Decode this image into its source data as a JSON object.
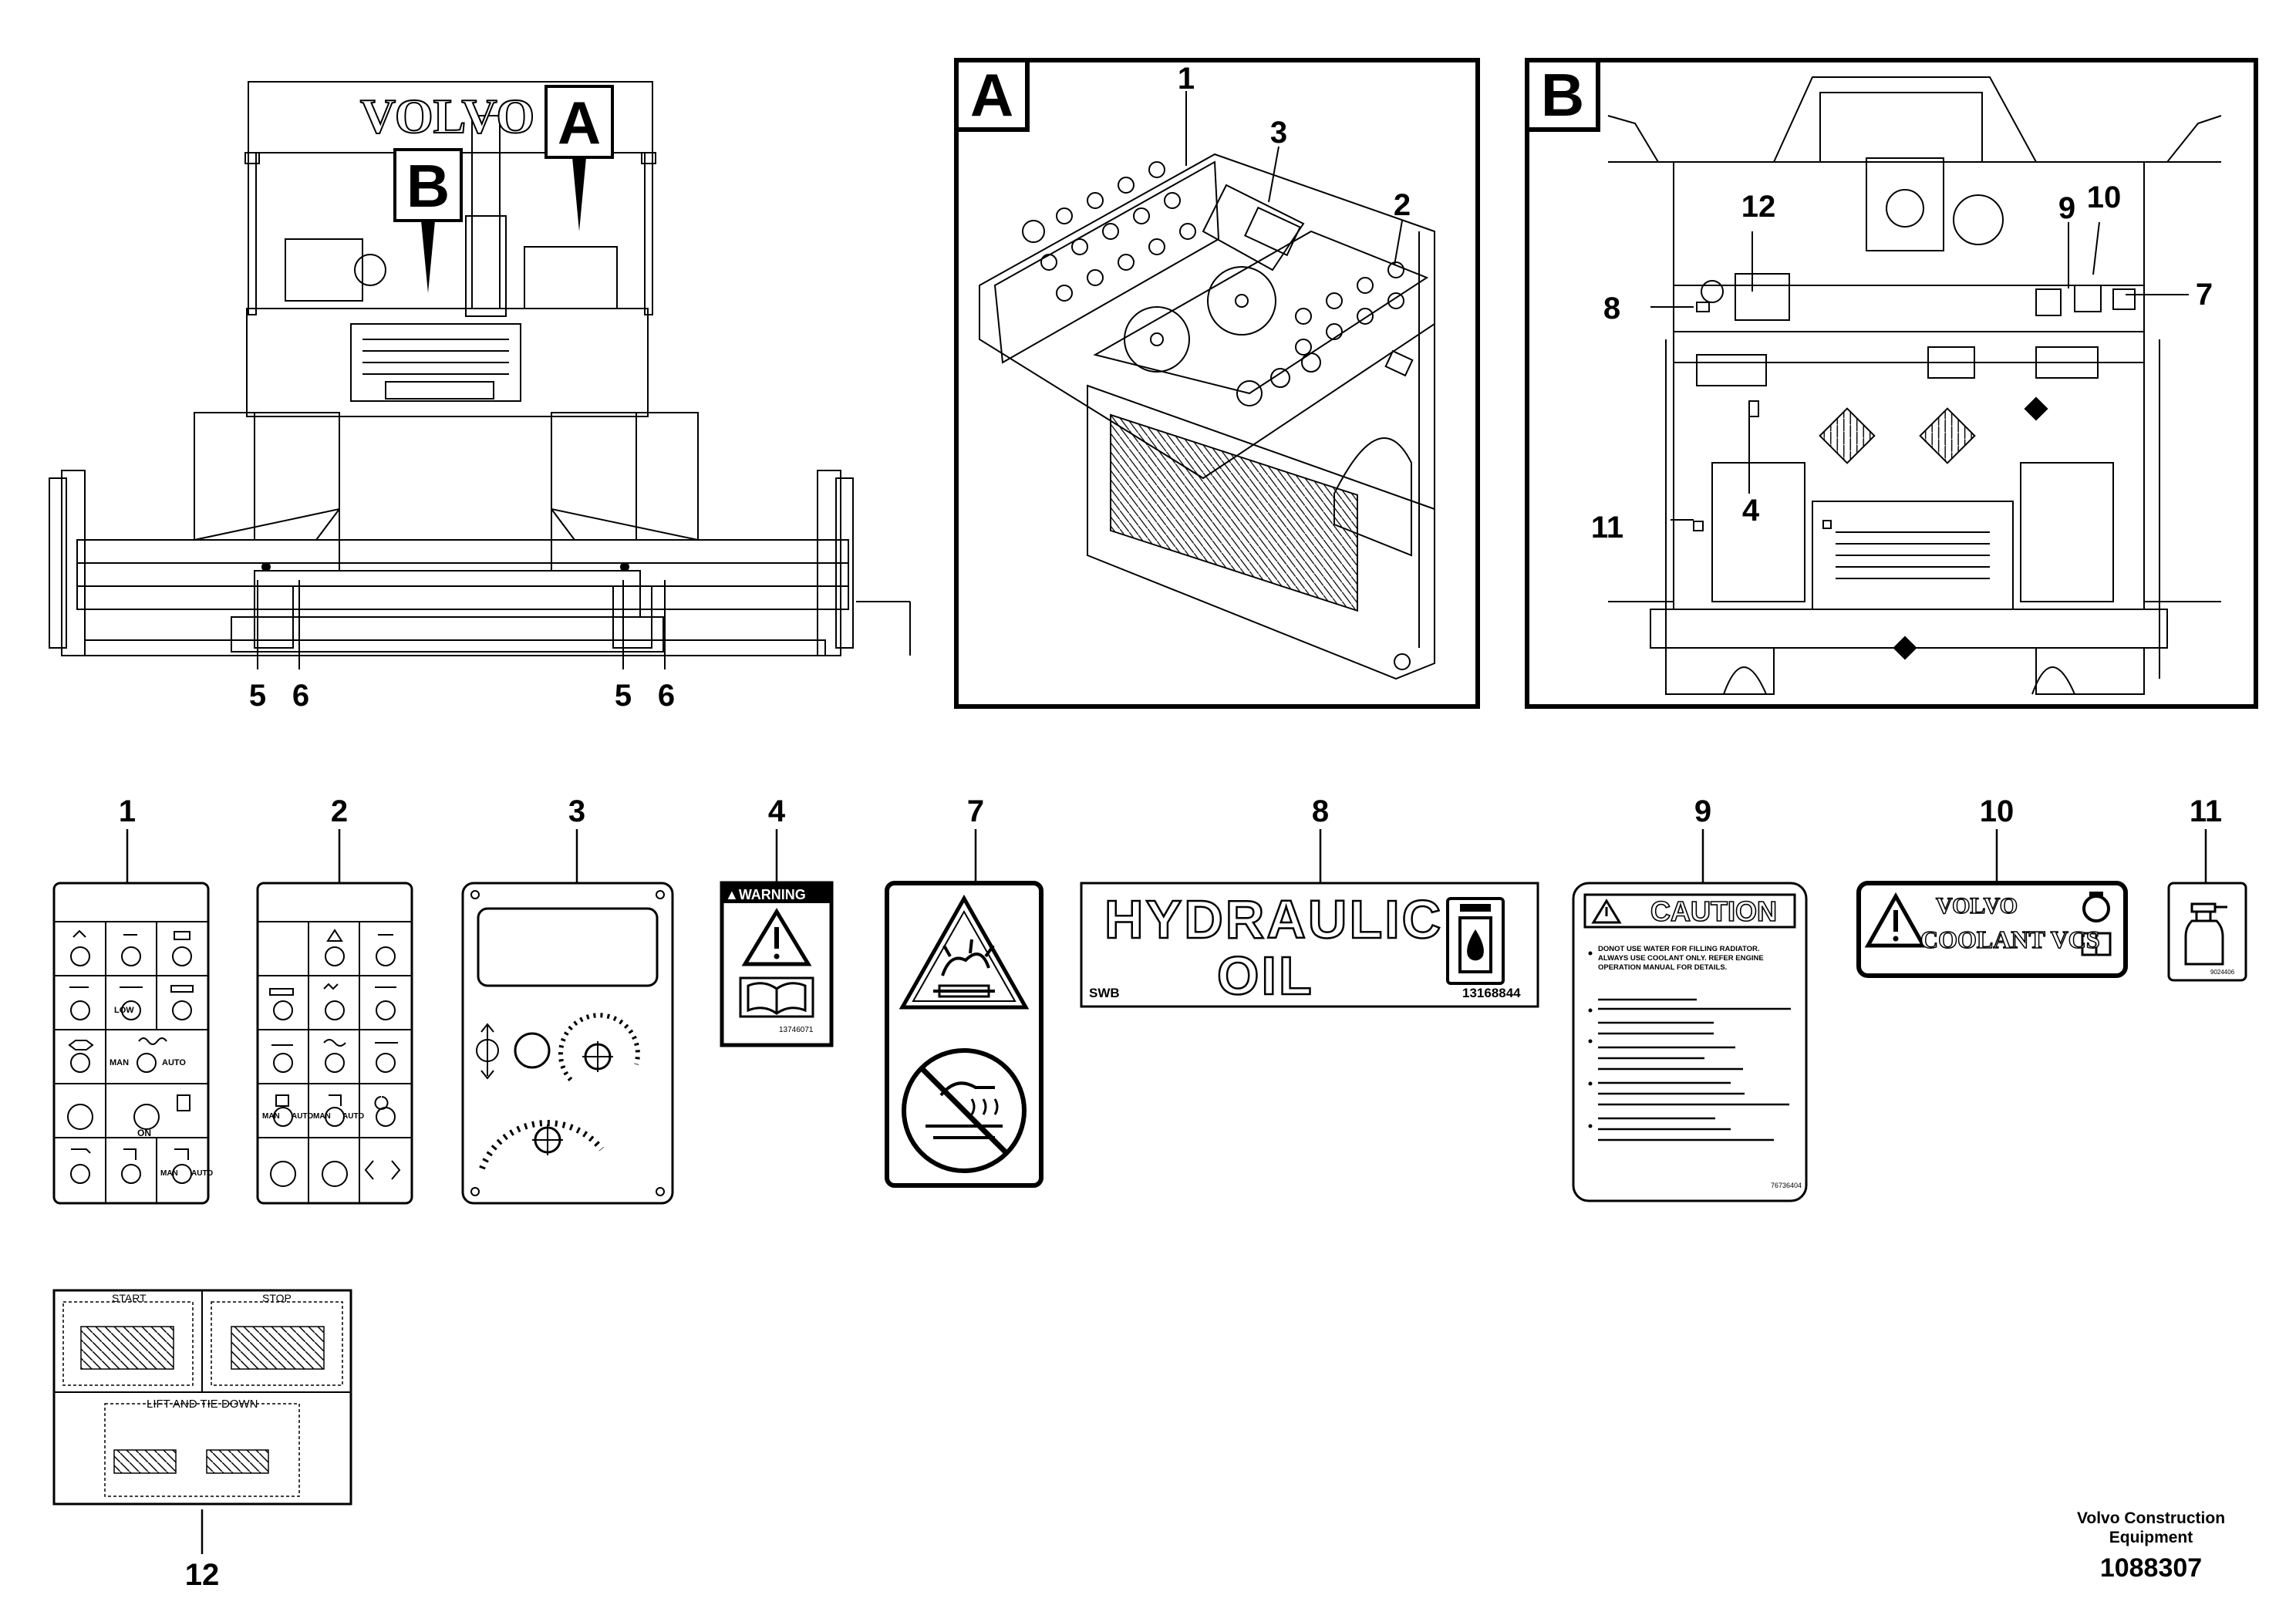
{
  "overview": {
    "brand_text": "VOLVO",
    "callout_a": "A",
    "callout_b": "B",
    "item_left_5": "5",
    "item_left_6": "6",
    "item_right_5": "5",
    "item_right_6": "6"
  },
  "detail_a": {
    "letter": "A",
    "items": [
      "1",
      "3",
      "2"
    ]
  },
  "detail_b": {
    "letter": "B",
    "items": [
      "12",
      "9",
      "10",
      "8",
      "7",
      "11",
      "4"
    ]
  },
  "decals": {
    "numbers": [
      "1",
      "2",
      "3",
      "4",
      "7",
      "8",
      "9",
      "10",
      "11",
      "12"
    ],
    "warning_header": "▲WARNING",
    "warning_code": "13746071",
    "hydraulic_line1": "HYDRAULIC",
    "hydraulic_line2": "OIL",
    "hydraulic_left_code": "SWB",
    "hydraulic_right_code": "13168844",
    "caution_header": "CAUTION",
    "caution_en_text": "DONOT USE WATER FOR FILLING RADIATOR. ALWAYS USE COOLANT ONLY. REFER ENGINE OPERATION MANUAL FOR DETAILS.",
    "caution_code": "76736404",
    "coolant_line1": "VOLVO",
    "coolant_line2": "COOLANT VCS",
    "decal11_code": "9024406",
    "decal12_start": "START",
    "decal12_stop": "STOP",
    "decal12_lift": "LIFT AND TIE DOWN",
    "decal1_labels": [
      "ON",
      "LOW",
      "MAN",
      "AUTO",
      "MAN",
      "AUTO"
    ],
    "decal2_labels": [
      "MAN",
      "AUTO",
      "MAN",
      "AUTO"
    ]
  },
  "footer": {
    "company_line1": "Volvo Construction",
    "company_line2": "Equipment",
    "doc_number": "1088307"
  },
  "colors": {
    "ink": "#000000",
    "paper": "#ffffff",
    "hatch": "#555555"
  }
}
